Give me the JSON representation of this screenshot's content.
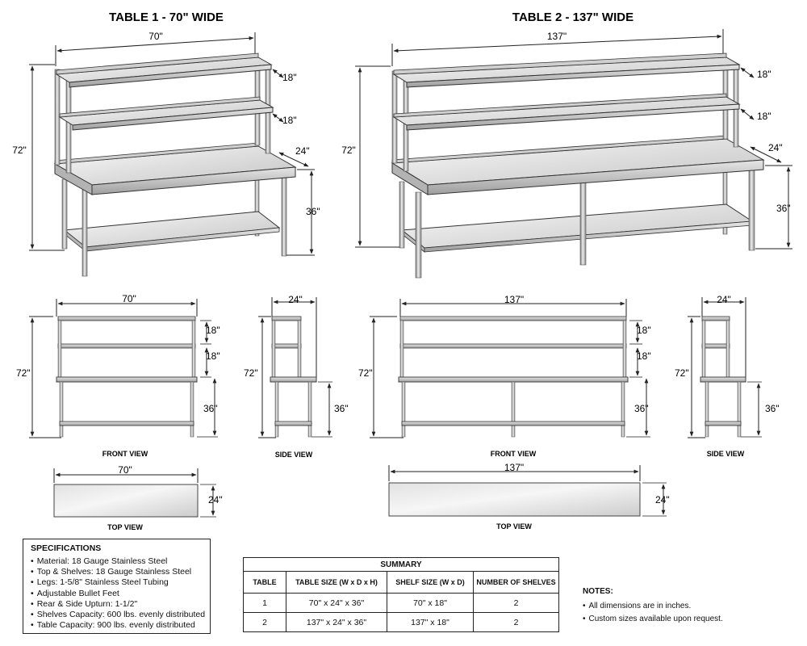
{
  "table1": {
    "title": "TABLE 1 - 70\" WIDE",
    "width": "70\"",
    "height": "72\"",
    "depth": "24\"",
    "shelf_gap_1": "18\"",
    "shelf_gap_2": "18\"",
    "table_height": "36\""
  },
  "table2": {
    "title": "TABLE 2 - 137\" WIDE",
    "width": "137\"",
    "height": "72\"",
    "depth": "24\"",
    "shelf_gap_1": "18\"",
    "shelf_gap_2": "18\"",
    "table_height": "36\""
  },
  "views": {
    "front": "FRONT VIEW",
    "side": "SIDE VIEW",
    "top": "TOP VIEW"
  },
  "specifications": {
    "heading": "SPECIFICATIONS",
    "items": [
      "Material: 18 Gauge Stainless Steel",
      "Top & Shelves: 18 Gauge Stainless Steel",
      "Legs: 1-5/8\" Stainless Steel Tubing",
      "Adjustable Bullet Feet",
      "Rear & Side Upturn: 1-1/2\"",
      "Shelves Capacity: 600 lbs. evenly distributed",
      "Table Capacity: 900 lbs. evenly distributed"
    ]
  },
  "summary": {
    "title": "SUMMARY",
    "headers": [
      "TABLE",
      "TABLE SIZE (W x D x H)",
      "SHELF SIZE (W x D)",
      "NUMBER OF SHELVES"
    ],
    "rows": [
      [
        "1",
        "70\" x 24\" x 36\"",
        "70\" x 18\"",
        "2"
      ],
      [
        "2",
        "137\" x 24\" x 36\"",
        "137\" x 18\"",
        "2"
      ]
    ]
  },
  "notes": {
    "heading": "NOTES:",
    "items": [
      "All dimensions are in inches.",
      "Custom sizes available upon request."
    ]
  },
  "colors": {
    "steel_light": "#f2f2f2",
    "steel_mid": "#d4d4d4",
    "steel_dark": "#9a9a9a",
    "line": "#222222"
  }
}
